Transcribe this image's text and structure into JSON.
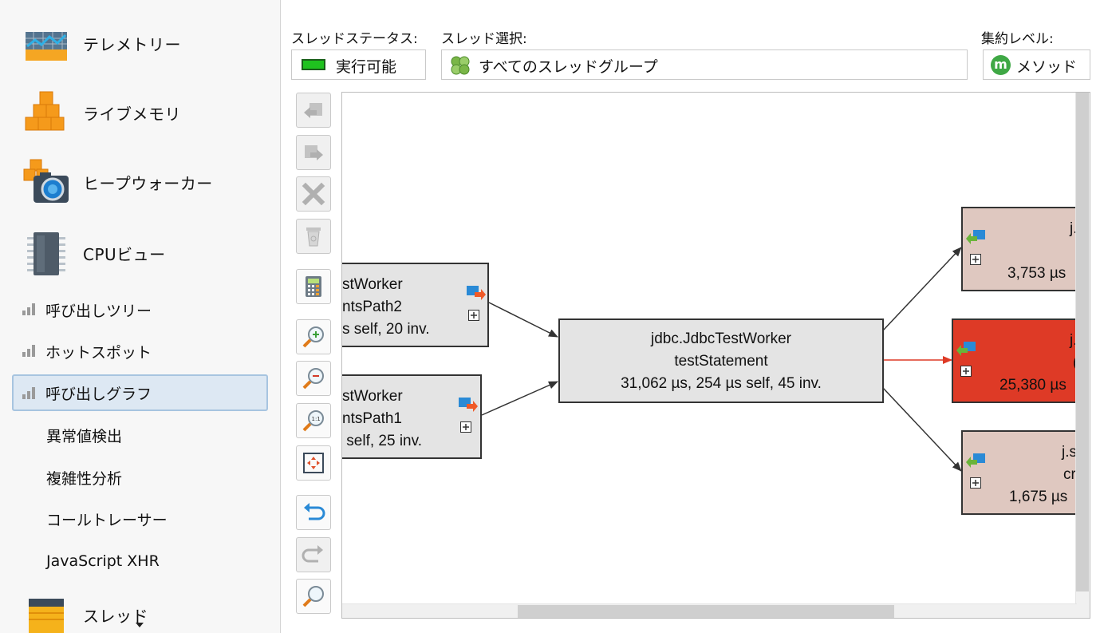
{
  "sidebar": {
    "big_items": [
      {
        "label": "テレメトリー",
        "icon": "telemetry-icon"
      },
      {
        "label": "ライブメモリ",
        "icon": "live-memory-icon"
      },
      {
        "label": "ヒープウォーカー",
        "icon": "heap-walker-icon"
      },
      {
        "label": "CPUビュー",
        "icon": "cpu-icon"
      }
    ],
    "sub_items": [
      {
        "label": "呼び出しツリー",
        "icon": "bar-chart-icon"
      },
      {
        "label": "ホットスポット",
        "icon": "bar-chart-icon"
      },
      {
        "label": "呼び出しグラフ",
        "icon": "bar-chart-icon",
        "selected": true
      },
      {
        "label": "異常値検出"
      },
      {
        "label": "複雑性分析"
      },
      {
        "label": "コールトレーサー"
      },
      {
        "label": "JavaScript XHR"
      }
    ],
    "partial_item": {
      "label": "スレッド",
      "icon": "threads-icon"
    }
  },
  "controls": {
    "thread_status_label": "スレッドステータス:",
    "thread_status_value": "実行可能",
    "thread_selection_label": "スレッド選択:",
    "thread_selection_value": "すべてのスレッドグループ",
    "aggregation_label": "集約レベル:",
    "aggregation_value": "メソッド",
    "aggregation_icon_letter": "m"
  },
  "toolbar": [
    {
      "name": "back-button",
      "icon": "back-icon",
      "enabled": false
    },
    {
      "name": "forward-button",
      "icon": "forward-icon",
      "enabled": false
    },
    {
      "name": "remove-button",
      "icon": "delete-icon",
      "enabled": false
    },
    {
      "name": "clear-button",
      "icon": "trash-icon",
      "enabled": false
    },
    {
      "name": "calculator-button",
      "icon": "calculator-icon",
      "enabled": true
    },
    {
      "name": "zoom-in-button",
      "icon": "zoom-in-icon",
      "enabled": true
    },
    {
      "name": "zoom-out-button",
      "icon": "zoom-out-icon",
      "enabled": true
    },
    {
      "name": "zoom-100-button",
      "icon": "zoom-actual-size-icon",
      "enabled": true
    },
    {
      "name": "fit-button",
      "icon": "fit-to-window-icon",
      "enabled": true
    },
    {
      "name": "undo-button",
      "icon": "undo-icon",
      "enabled": true
    },
    {
      "name": "redo-button",
      "icon": "redo-icon",
      "enabled": false
    },
    {
      "name": "find-button",
      "icon": "search-icon",
      "enabled": true
    }
  ],
  "graph": {
    "nodes": {
      "caller1": {
        "line1": "stWorker",
        "line2": "ntsPath2",
        "line3": "s self, 20 inv."
      },
      "caller2": {
        "line1": "stWorker",
        "line2": "ntsPath1",
        "line3": " self, 25 inv."
      },
      "center": {
        "line1": "jdbc.JdbcTestWorker",
        "line2": "testStatement",
        "line3": "31,062 µs, 254 µs self, 45 inv."
      },
      "callee1": {
        "line1": "j.",
        "line2": "",
        "line3": "3,753 µs"
      },
      "callee2": {
        "line1": "j.",
        "line2": "(",
        "line3": "25,380 µs"
      },
      "callee3": {
        "line1": "j.s",
        "line2": "cr",
        "line3": "1,675 µs"
      }
    },
    "colors": {
      "default": "#e4e4e4",
      "hot": "#de3a26",
      "warm": "#dfc8c0",
      "edge": "#333333",
      "hot_edge": "#de3a26"
    }
  }
}
